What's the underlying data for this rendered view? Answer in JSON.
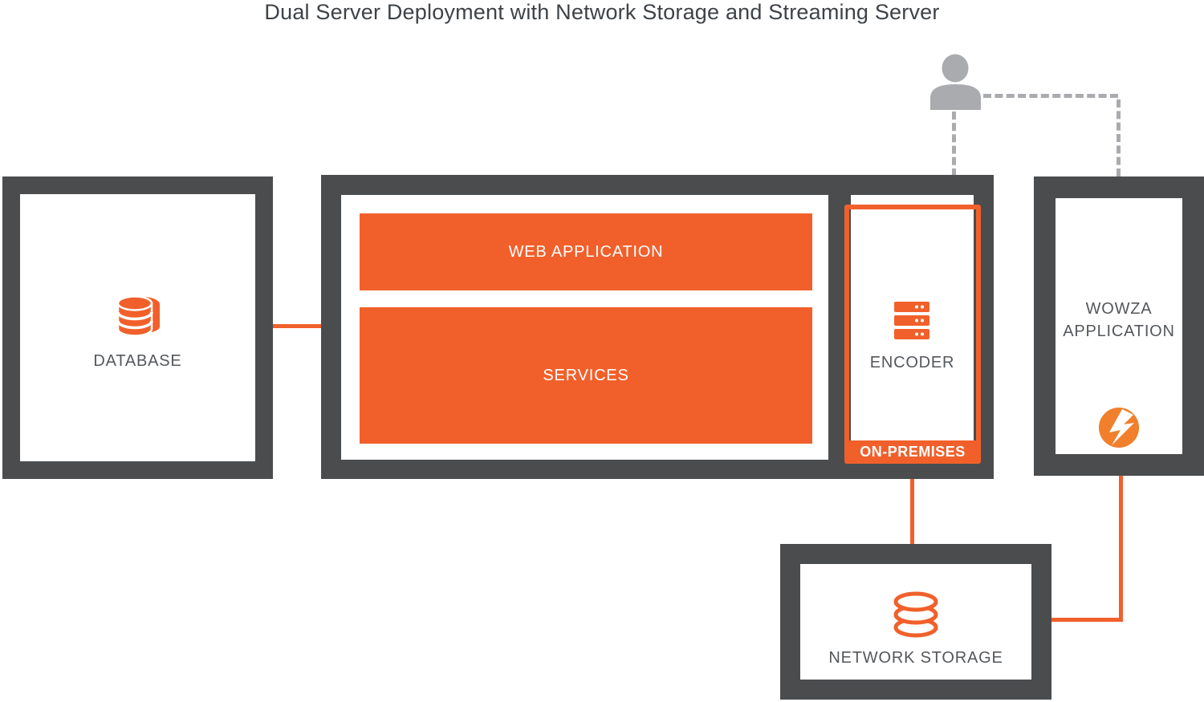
{
  "title": "Dual Server Deployment with Network Storage and Streaming Server",
  "colors": {
    "accent_orange": "#f1602b",
    "frame_gray": "#4a4c4e",
    "label_gray": "#54575b",
    "user_gray": "#a9abae",
    "title_gray": "#3f4347"
  },
  "nodes": {
    "database": {
      "label": "DATABASE"
    },
    "app_server": {
      "web_application_label": "WEB APPLICATION",
      "services_label": "SERVICES"
    },
    "encoder": {
      "label": "ENCODER",
      "badge": "ON-PREMISES"
    },
    "wowza": {
      "label": "WOWZA APPLICATION"
    },
    "network_storage": {
      "label": "NETWORK STORAGE"
    }
  },
  "connections": [
    {
      "from": "database",
      "to": "app-server",
      "style": "solid-orange"
    },
    {
      "from": "encoder",
      "to": "network-storage",
      "style": "solid-orange"
    },
    {
      "from": "wowza-application",
      "to": "network-storage",
      "style": "solid-orange"
    },
    {
      "from": "user",
      "to": "encoder",
      "style": "dashed-gray"
    },
    {
      "from": "user",
      "to": "wowza-application",
      "style": "dashed-gray"
    }
  ]
}
